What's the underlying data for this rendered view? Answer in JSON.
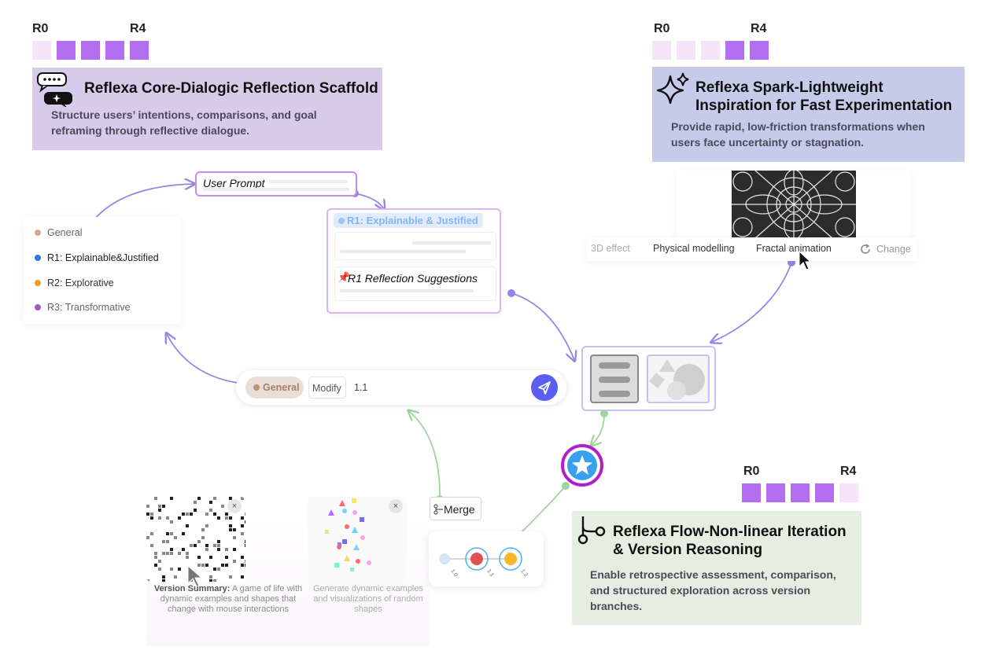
{
  "levels": {
    "start_label": "R0",
    "end_label": "R4",
    "core": [
      false,
      true,
      true,
      true,
      true
    ],
    "spark": [
      false,
      false,
      false,
      true,
      true
    ],
    "flow": [
      true,
      true,
      true,
      true,
      false
    ]
  },
  "cards": {
    "core": {
      "title": "Reflexa Core-Dialogic Reflection Scaffold",
      "desc": "Structure users’ intentions, comparisons, and goal reframing through reflective dialogue.",
      "bg": "#d7cbea"
    },
    "spark": {
      "title_line1": "Reflexa Spark-Lightweight",
      "title_line2": "Inspiration for Fast Experimentation",
      "desc": "Provide rapid, low-friction transformations when users face uncertainty or stagnation.",
      "bg": "#c6cbea"
    },
    "flow": {
      "title_line1": "Reflexa Flow-Non-linear Iteration",
      "title_line2": "& Version Reasoning",
      "desc": "Enable retrospective assessment, comparison, and structured exploration across version branches.",
      "bg": "#e5efe1"
    }
  },
  "legend": {
    "items": [
      {
        "label": "General",
        "color": "#c9ab9b"
      },
      {
        "label": "R1: Explainable&Justified",
        "color": "#2f79d6"
      },
      {
        "label": "R2: Explorative",
        "color": "#f49a20"
      },
      {
        "label": "R3: Transformative",
        "color": "#a455c4"
      }
    ]
  },
  "prompt": {
    "label": "User Prompt"
  },
  "reflection_panel": {
    "tag": "R1: Explainable & Justified",
    "suggestions": "R1 Reflection Suggestions",
    "pin_icon": "pin-icon"
  },
  "input_bar": {
    "general_chip": "General",
    "modify_chip": "Modify",
    "value": "1.1",
    "send_icon": "send-icon"
  },
  "spark_options": {
    "items": [
      "3D effect",
      "Physical modelling",
      "Fractal animation"
    ],
    "change_label": "Change",
    "change_icon": "refresh-icon"
  },
  "versions": {
    "summary_prefix": "Version Summary:",
    "summary_text": "A game of life with dynamic examples and shapes that change with mouse interactions",
    "second_caption": "Generate dynamic examples and visualizations of random shapes",
    "close_icon": "×",
    "merge_label": "Merge",
    "branch_labels": [
      "1.0",
      "1.1",
      "1.2"
    ]
  },
  "colors": {
    "accent_purple": "#b46ef0",
    "arrow_purple": "#9a83e6",
    "arrow_green": "#9fd49a",
    "send_blue": "#5b5ff0",
    "star_ring": "#b41ec8",
    "star_fill": "#3b9ff0"
  }
}
